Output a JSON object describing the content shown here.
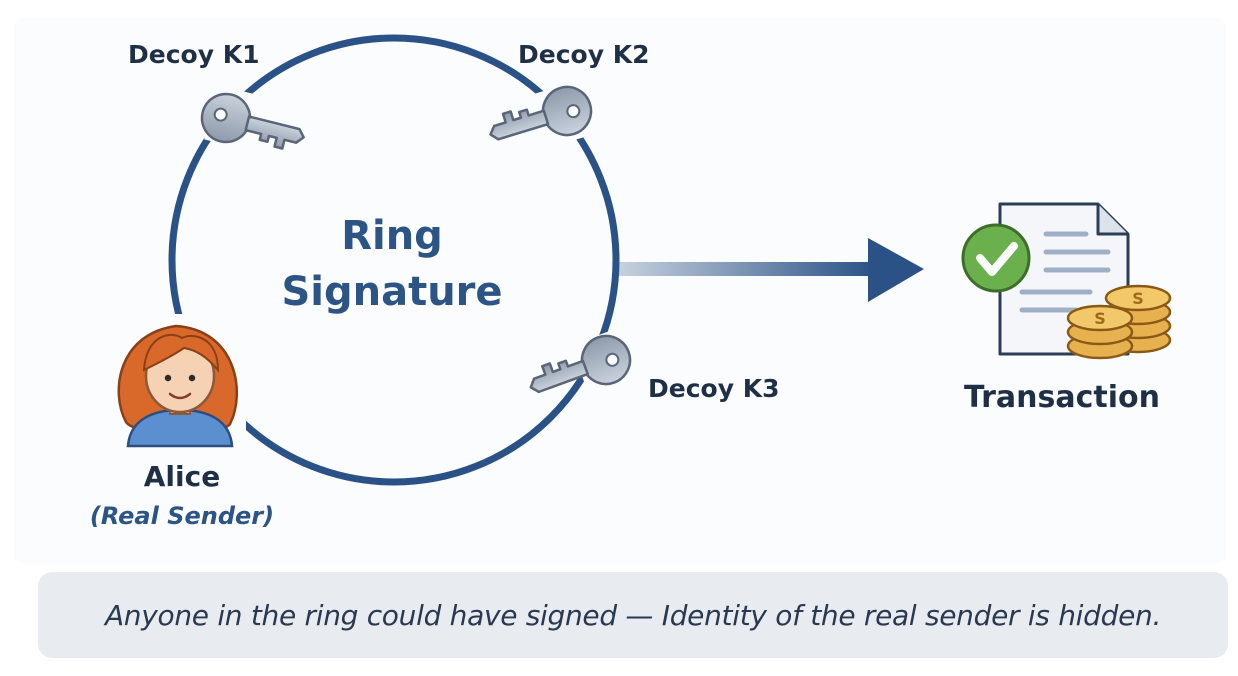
{
  "diagram": {
    "center_label": [
      "Ring",
      "Signature"
    ],
    "decoys": [
      {
        "label": "Decoy K1"
      },
      {
        "label": "Decoy K2"
      },
      {
        "label": "Decoy K3"
      }
    ],
    "signer": {
      "name": "Alice",
      "role": "(Real Sender)"
    },
    "output": {
      "label": "Transaction",
      "icons": [
        "document-icon",
        "check-icon",
        "coins-icon"
      ]
    },
    "caption": "Anyone in the ring could have signed — Identity of the real sender is hidden.",
    "colors": {
      "ring": "#2b5286",
      "arrow": "#2b5286",
      "key": "#a4b0bf",
      "check": "#6ab04c",
      "coins": "#e8b14f",
      "hair": "#d9692b"
    }
  }
}
